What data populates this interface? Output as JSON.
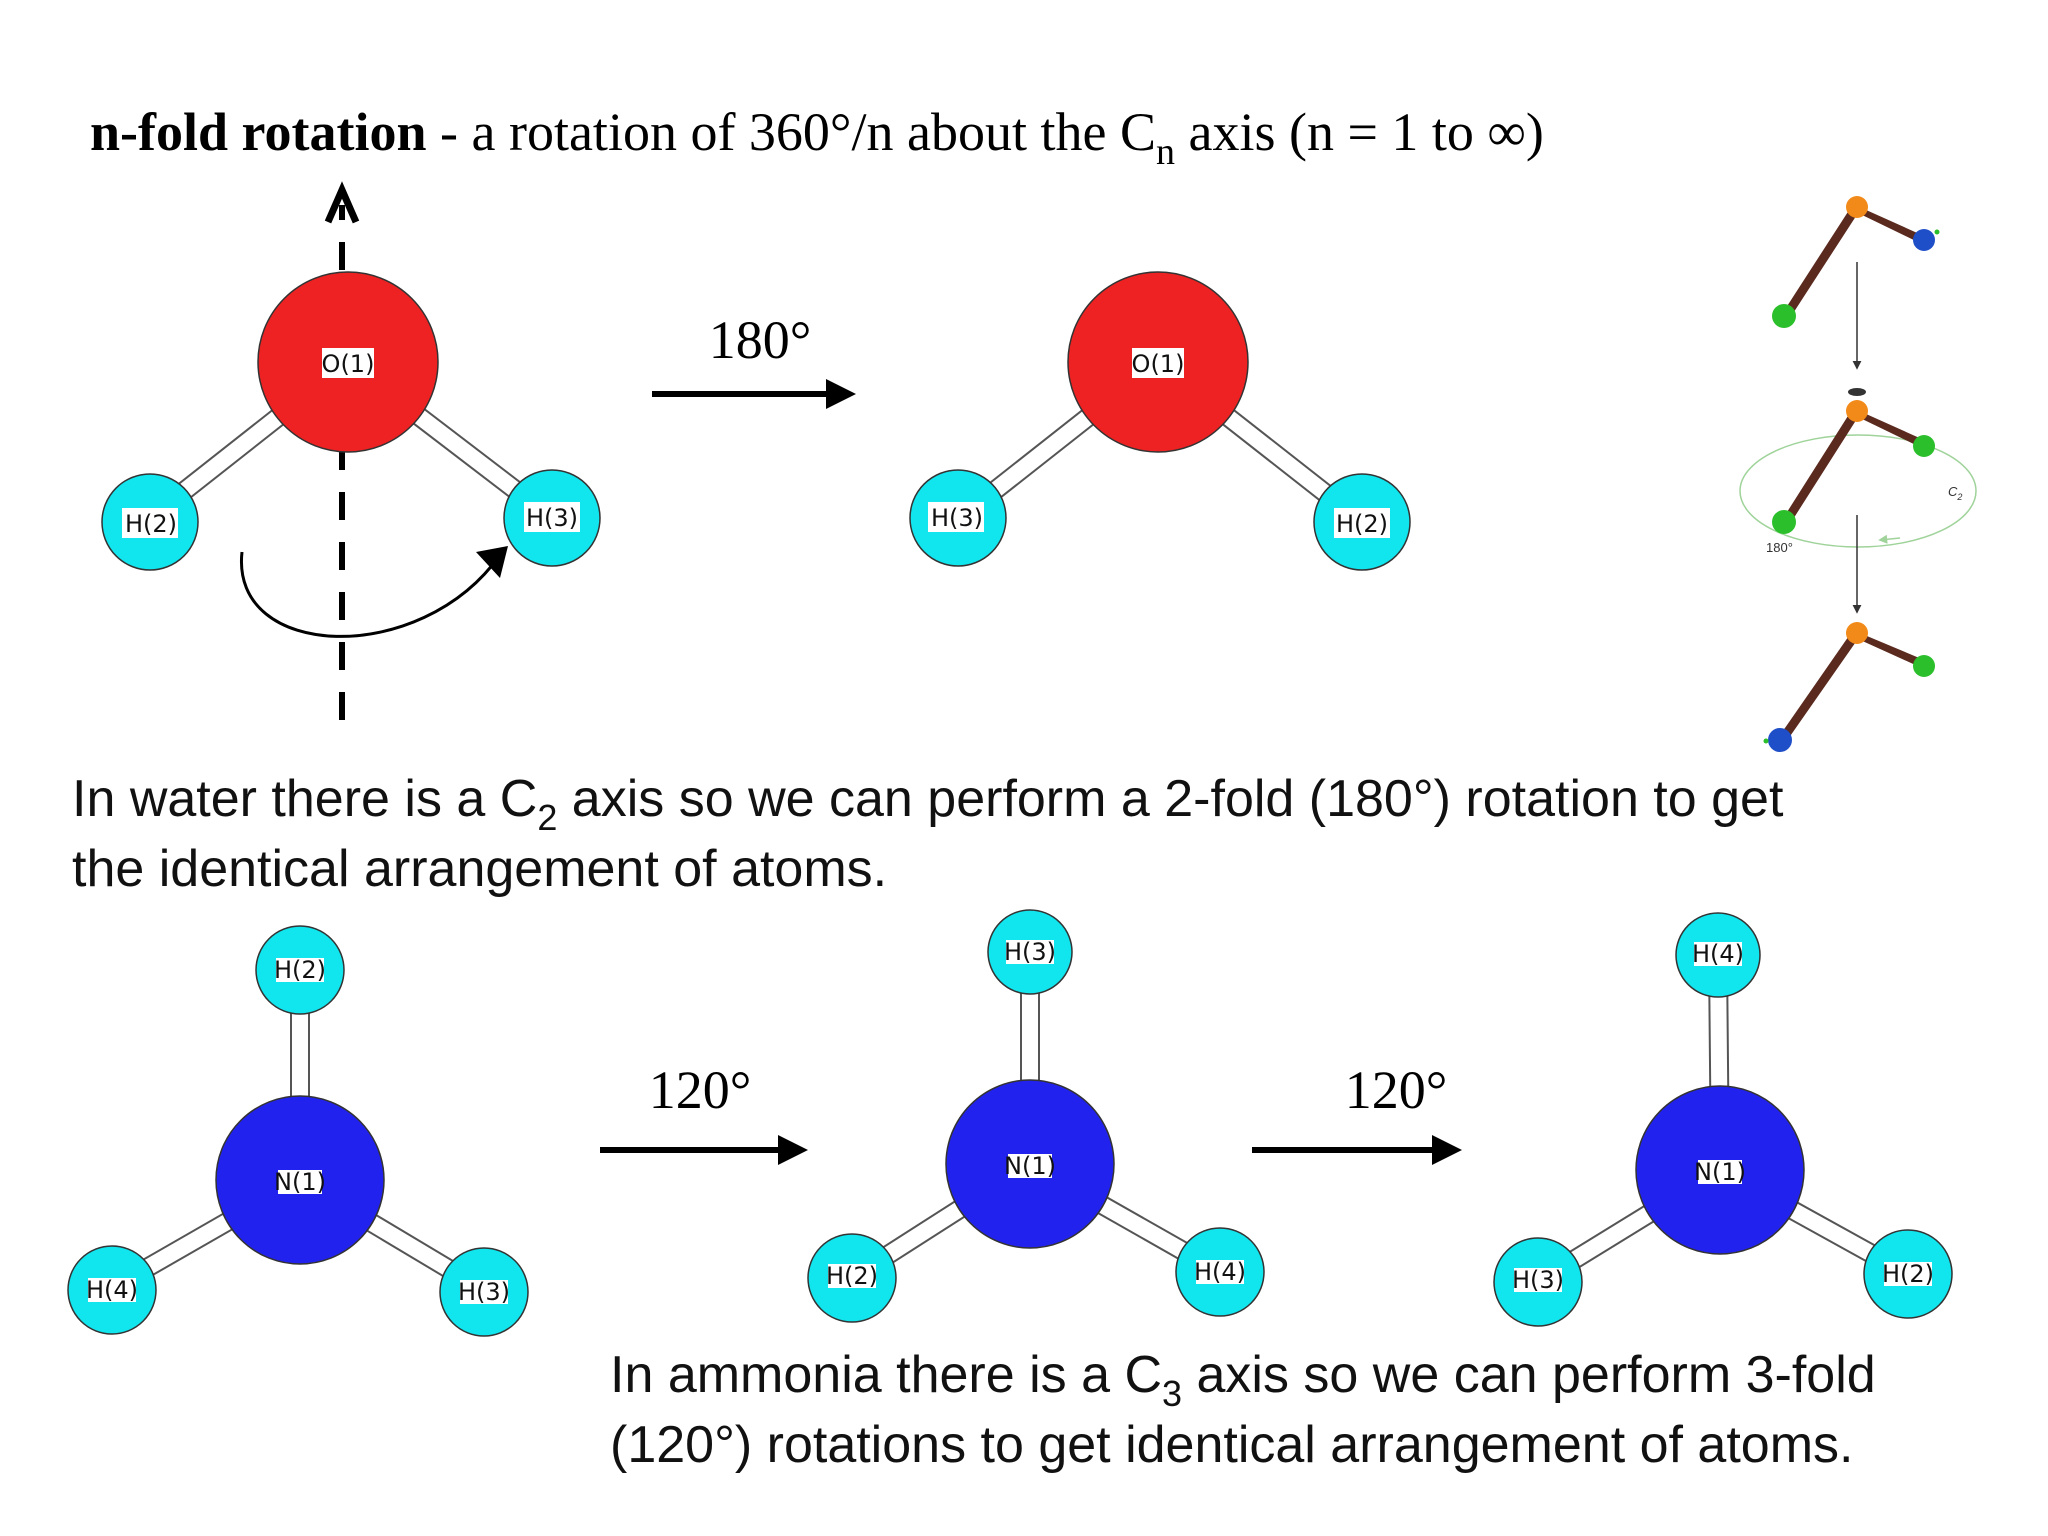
{
  "title": {
    "bold": "n-fold rotation",
    "rest": " - a rotation of 360°/n about the C",
    "sub": "n",
    "tail": " axis (n = 1 to ∞)"
  },
  "water": {
    "rotation_label": "180°",
    "before": {
      "center": "O(1)",
      "left": "H(2)",
      "right": "H(3)"
    },
    "after": {
      "center": "O(1)",
      "left": "H(3)",
      "right": "H(2)"
    },
    "side_axis_label": "C",
    "side_axis_sub": "2",
    "side_angle_label": "180°",
    "caption": {
      "part1": "In water there is a C",
      "sub": "2",
      "part2": " axis so we can perform a 2-fold (180°) rotation to get",
      "line2": "the identical arrangement of atoms."
    }
  },
  "ammonia": {
    "rotation_label_1": "120°",
    "rotation_label_2": "120°",
    "state1": {
      "center": "N(1)",
      "top": "H(2)",
      "left": "H(4)",
      "right": "H(3)"
    },
    "state2": {
      "center": "N(1)",
      "top": "H(3)",
      "left": "H(2)",
      "right": "H(4)"
    },
    "state3": {
      "center": "N(1)",
      "top": "H(4)",
      "left": "H(3)",
      "right": "H(2)"
    },
    "caption": {
      "part1": "In ammonia there is a C",
      "sub": "3",
      "part2": " axis so we can perform 3-fold",
      "line2": "(120°) rotations to get identical arrangement of atoms."
    }
  },
  "colors": {
    "oxygen": "#ee2222",
    "nitrogen": "#2222ee",
    "hydrogen": "#11e5ee",
    "side_orange": "#f28a1a",
    "side_green": "#2bbf2b",
    "side_blue": "#1f4fc8",
    "side_bond": "#5a2a1e",
    "side_circle": "#9fd39a"
  }
}
